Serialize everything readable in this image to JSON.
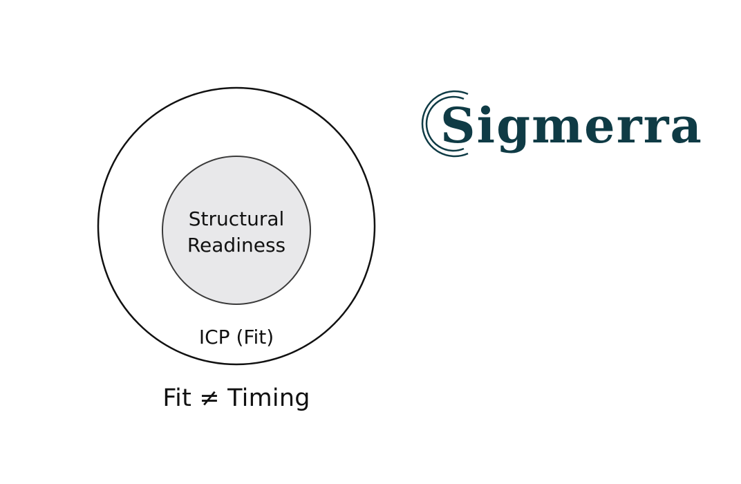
{
  "diagram": {
    "inner_label_line1": "Structural",
    "inner_label_line2": "Readiness",
    "outer_label": "ICP (Fit)",
    "caption": "Fit ≠ Timing"
  },
  "logo": {
    "brand_name": "Sigmerra",
    "color": "#0f3b45"
  },
  "colors": {
    "inner_fill": "#e8e8ea",
    "inner_stroke": "#3a3a3a",
    "outer_stroke": "#111111",
    "text": "#111111"
  }
}
